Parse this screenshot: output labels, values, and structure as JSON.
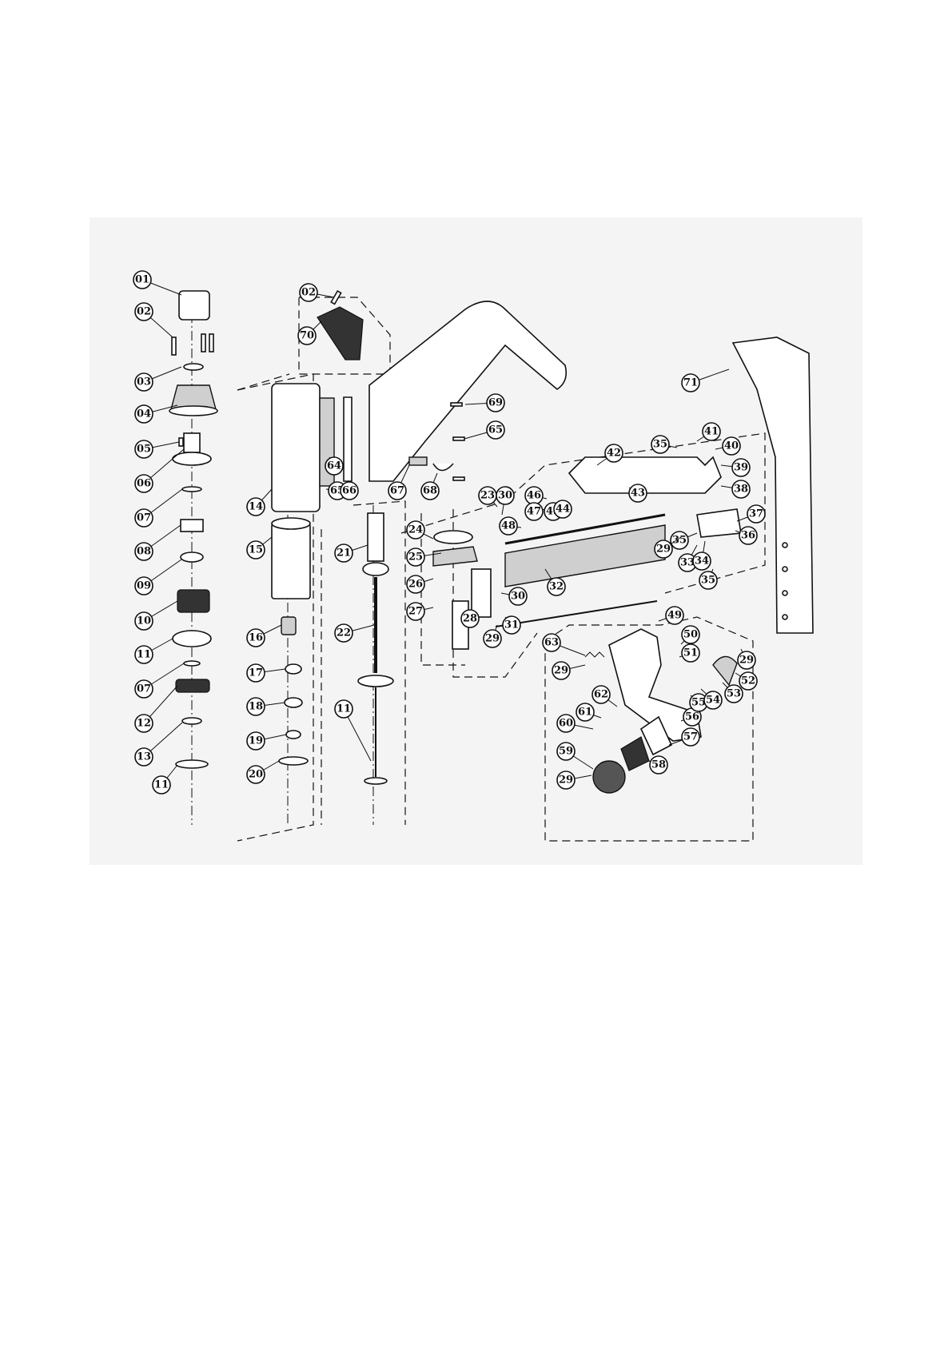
{
  "diagram": {
    "part_labels": [
      "01",
      "02",
      "03",
      "04",
      "05",
      "06",
      "07",
      "08",
      "09",
      "10",
      "11",
      "07",
      "12",
      "13",
      "11",
      "02",
      "70",
      "14",
      "15",
      "16",
      "17",
      "18",
      "19",
      "20",
      "64",
      "65",
      "66",
      "67",
      "68",
      "69",
      "65",
      "21",
      "22",
      "11",
      "71",
      "35",
      "41",
      "40",
      "42",
      "39",
      "38",
      "46",
      "47",
      "45",
      "44",
      "43",
      "23",
      "30",
      "48",
      "24",
      "25",
      "26",
      "27",
      "28",
      "30",
      "29",
      "31",
      "32",
      "33",
      "34",
      "35",
      "37",
      "36",
      "35",
      "29",
      "49",
      "50",
      "51",
      "63",
      "29",
      "62",
      "61",
      "60",
      "59",
      "29",
      "57",
      "58",
      "56",
      "55",
      "54",
      "53",
      "52",
      "29"
    ]
  }
}
